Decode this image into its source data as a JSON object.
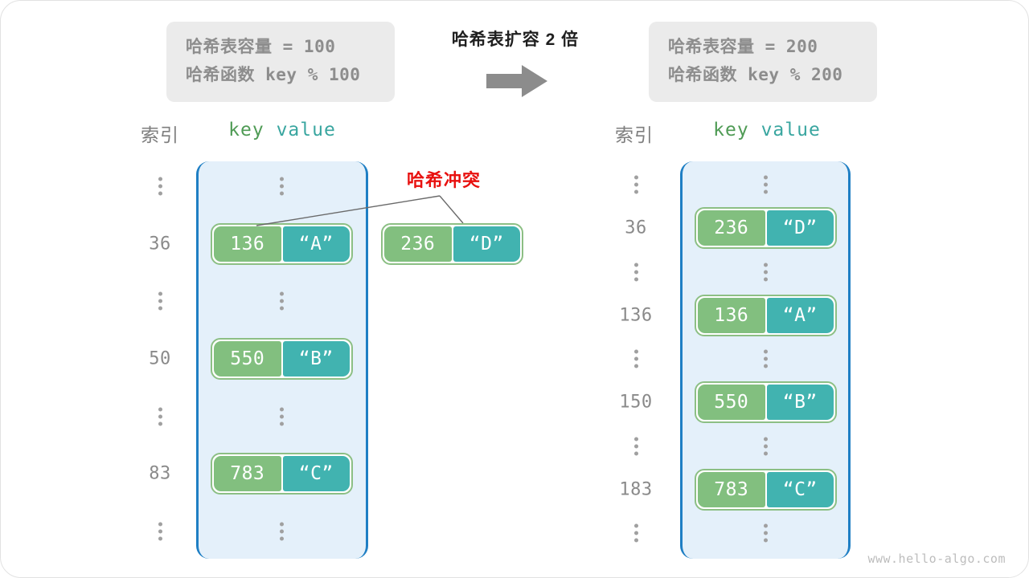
{
  "diagram": {
    "title": "哈希表扩容 2 倍",
    "watermark": "www.hello-algo.com",
    "collision_label": "哈希冲突",
    "accent_colors": {
      "bucket_border": "#1f7fc4",
      "bucket_fill": "#e4f0fa",
      "key_cell": "#82bf7f",
      "value_cell": "#41b3b0",
      "pair_border": "#8cbf84",
      "collision_text": "#e8110f",
      "info_box_bg": "#ebebeb",
      "info_box_text": "#8d8d8d",
      "arrow": "#8c8c8c"
    }
  },
  "info_left": {
    "capacity_label": "哈希表容量",
    "capacity_value": " = 100",
    "function_label": "哈希函数",
    "function_value": " key % 100"
  },
  "info_right": {
    "capacity_label": "哈希表容量",
    "capacity_value": " = 200",
    "function_label": "哈希函数",
    "function_value": " key % 200"
  },
  "headers": {
    "index": "索引",
    "key": "key",
    "value": "value"
  },
  "left_table": {
    "rows": [
      {
        "type": "dots",
        "index": ""
      },
      {
        "type": "entry",
        "index": "36",
        "key": "136",
        "value": "“A”"
      },
      {
        "type": "dots",
        "index": ""
      },
      {
        "type": "entry",
        "index": "50",
        "key": "550",
        "value": "“B”"
      },
      {
        "type": "dots",
        "index": ""
      },
      {
        "type": "entry",
        "index": "83",
        "key": "783",
        "value": "“C”"
      },
      {
        "type": "dots",
        "index": ""
      }
    ]
  },
  "right_table": {
    "rows": [
      {
        "type": "dots",
        "index": ""
      },
      {
        "type": "entry",
        "index": "36",
        "key": "236",
        "value": "“D”"
      },
      {
        "type": "dots",
        "index": ""
      },
      {
        "type": "entry",
        "index": "136",
        "key": "136",
        "value": "“A”"
      },
      {
        "type": "dots",
        "index": ""
      },
      {
        "type": "entry",
        "index": "150",
        "key": "550",
        "value": "“B”"
      },
      {
        "type": "dots",
        "index": ""
      },
      {
        "type": "entry",
        "index": "183",
        "key": "783",
        "value": "“C”"
      },
      {
        "type": "dots",
        "index": ""
      }
    ]
  },
  "colliding_entry": {
    "key": "236",
    "value": "“D”"
  }
}
